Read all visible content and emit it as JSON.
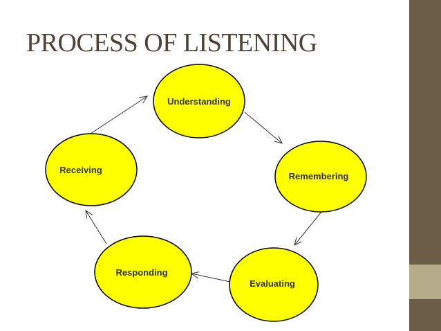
{
  "slide": {
    "title": "PROCESS OF LISTENING",
    "colors": {
      "background": "#ffffff",
      "sidebar": "#6b5d46",
      "sidebar_accent": "#b3ab8a",
      "title_text": "#4f4234",
      "node_fill": "#ffff00",
      "node_stroke": "#000000",
      "arrow": "#333333"
    }
  },
  "diagram": {
    "type": "cycle",
    "nodes": [
      {
        "id": "understanding",
        "label": "Understanding"
      },
      {
        "id": "remembering",
        "label": "Remembering"
      },
      {
        "id": "evaluating",
        "label": "Evaluating"
      },
      {
        "id": "responding",
        "label": "Responding"
      },
      {
        "id": "receiving",
        "label": "Receiving"
      }
    ],
    "edges": [
      {
        "from": "understanding",
        "to": "remembering"
      },
      {
        "from": "remembering",
        "to": "evaluating"
      },
      {
        "from": "evaluating",
        "to": "responding"
      },
      {
        "from": "responding",
        "to": "receiving"
      },
      {
        "from": "receiving",
        "to": "understanding"
      }
    ]
  }
}
